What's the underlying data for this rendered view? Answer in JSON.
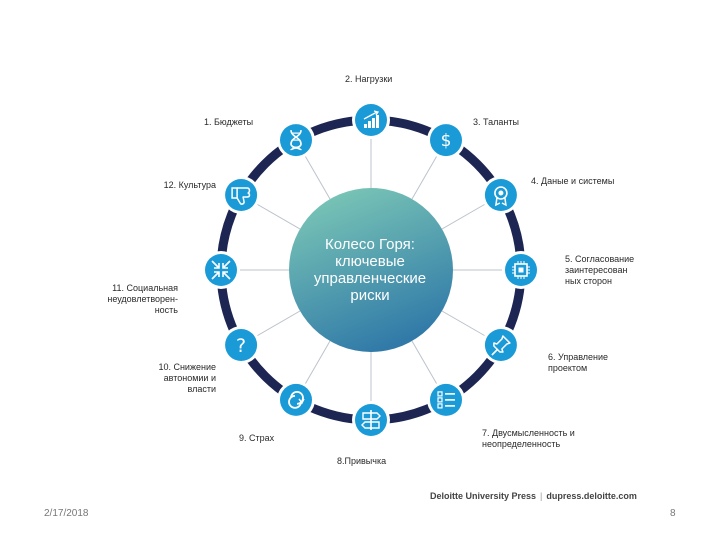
{
  "diagram": {
    "center_title": "Колесо Горя:\nключевые\nуправленческие\nриски",
    "nodes": [
      {
        "label": "1. Бюджеты",
        "icon": "dollar-icon"
      },
      {
        "label": "2. Нагрузки",
        "icon": "bar-chart-icon"
      },
      {
        "label": "3. Таланты",
        "icon": "award-ribbon-icon"
      },
      {
        "label": "4. Даные и системы",
        "icon": "chip-icon"
      },
      {
        "label": "5. Согласование\nзаинтересован\nных сторон",
        "icon": "pushpin-icon"
      },
      {
        "label": "6. Управление\nпроектом",
        "icon": "checklist-icon"
      },
      {
        "label": "7. Двусмысленность и\nнеопределенность",
        "icon": "signpost-icon"
      },
      {
        "label": "8.Привычка",
        "icon": "loop-icon"
      },
      {
        "label": "9. Страх",
        "icon": "question-icon"
      },
      {
        "label": "10. Снижение\nавтономии и\nвласти",
        "icon": "compress-arrows-icon"
      },
      {
        "label": "11. Социальная\nнеудовлетворен-\nность",
        "icon": "thumbs-down-icon"
      },
      {
        "label": "12. Культура",
        "icon": "dna-icon"
      }
    ],
    "colors": {
      "ring": "#1d2552",
      "spoke": "#bcc3cc",
      "node_fill": "#1a9ad6",
      "center_top": "#7cc8b6",
      "center_bottom": "#2f78a8"
    }
  },
  "credit": {
    "source": "Deloitte University Press",
    "url": "dupress.deloitte.com"
  },
  "footer": {
    "date": "2/17/2018",
    "page": "8"
  }
}
